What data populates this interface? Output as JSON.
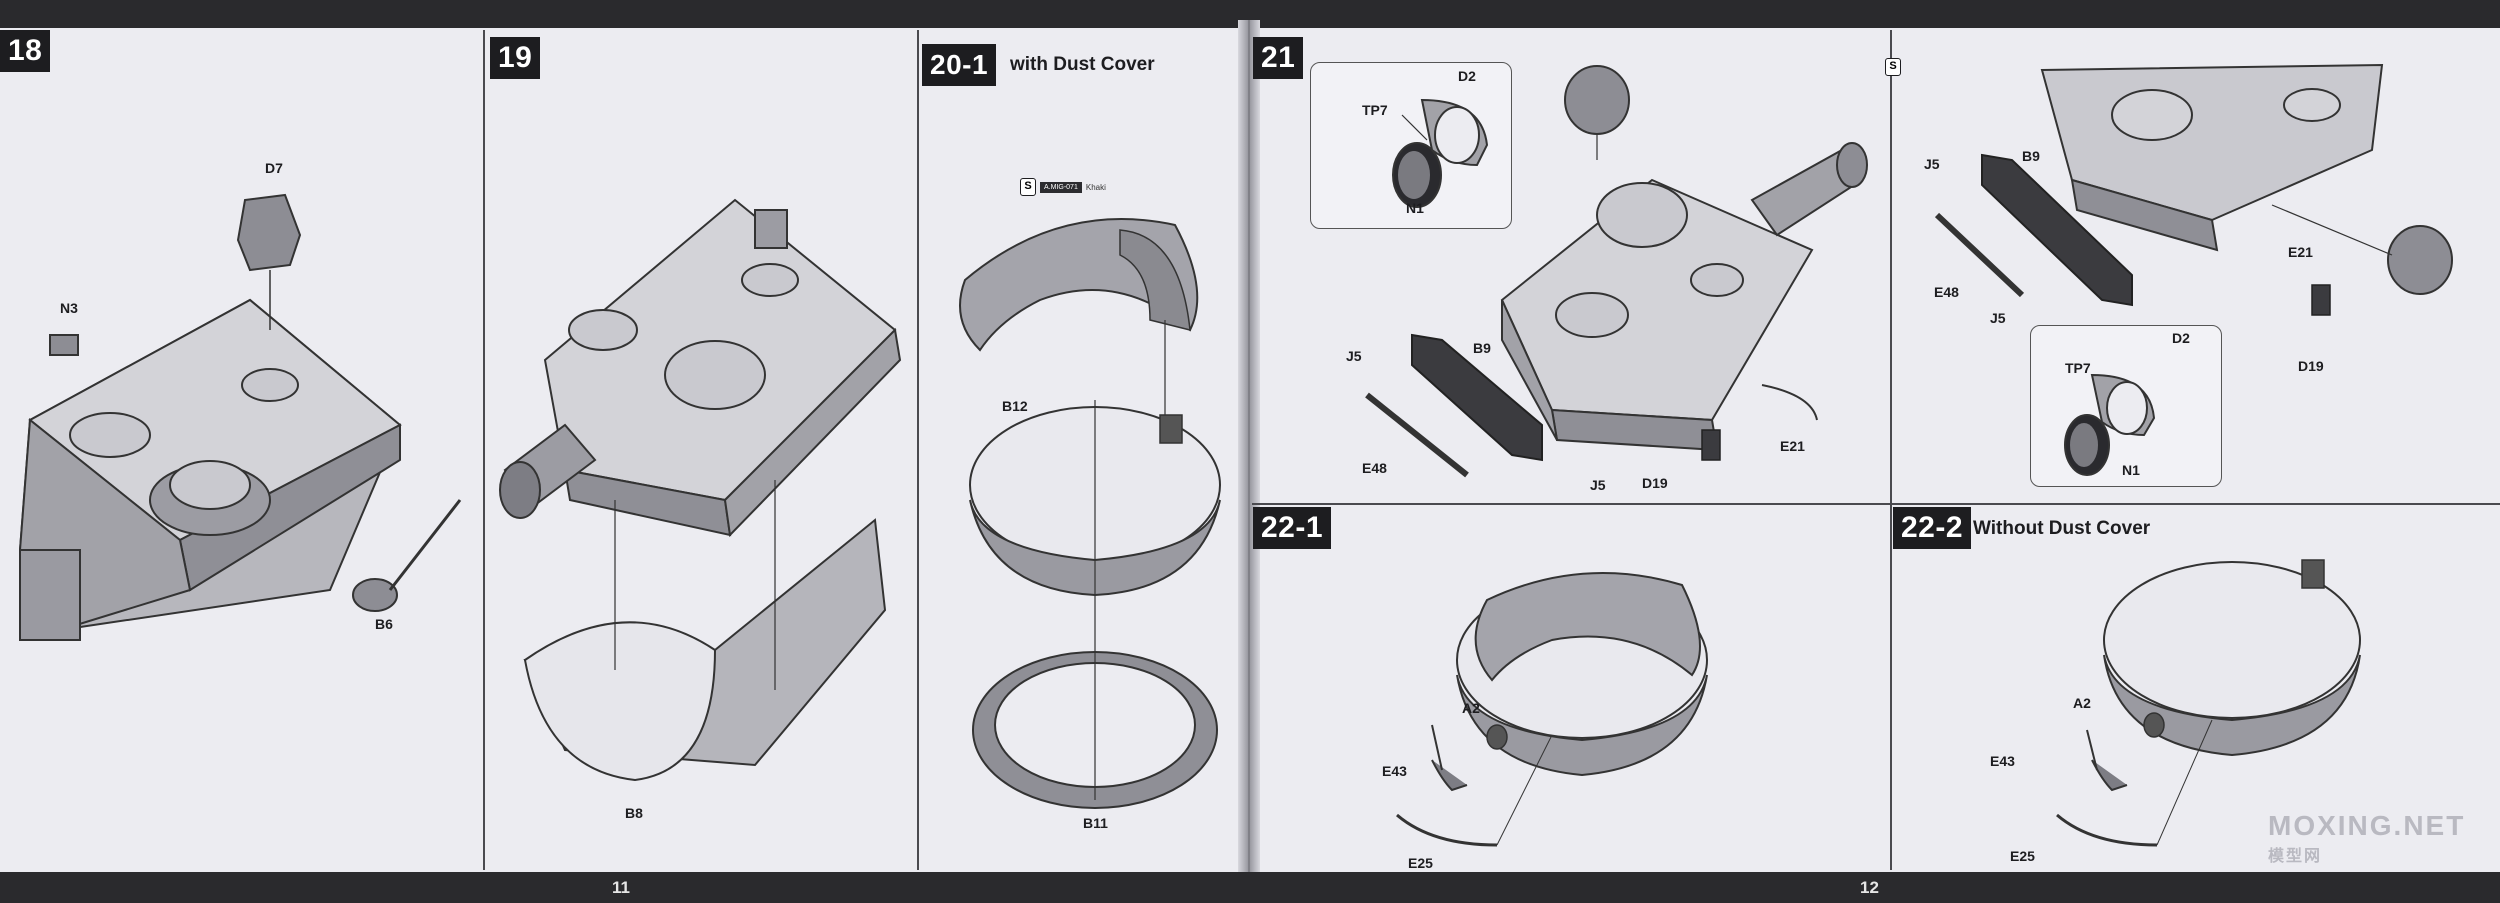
{
  "pages": {
    "left_number": "11",
    "right_number": "12"
  },
  "steps": {
    "s18": {
      "number": "18",
      "parts": [
        "D7",
        "N3",
        "B6"
      ]
    },
    "s19": {
      "number": "19",
      "parts": [
        "B8"
      ]
    },
    "s20": {
      "number": "20-1",
      "title": "with Dust Cover",
      "parts": [
        "B12",
        "B11"
      ],
      "paint_code": "A.MIG-071",
      "paint_name": "Khaki",
      "paint_icon": "S"
    },
    "s21": {
      "number": "21",
      "parts": [
        "TP7",
        "D2",
        "N1",
        "J5",
        "B9",
        "E48",
        "J5",
        "D19",
        "E21"
      ]
    },
    "s21b": {
      "parts": [
        "J5",
        "B9",
        "E48",
        "J5",
        "E21",
        "D19",
        "TP7",
        "D2",
        "N1"
      ],
      "paint_icon": "S"
    },
    "s22a": {
      "number": "22-1",
      "parts": [
        "A2",
        "E43",
        "E25"
      ]
    },
    "s22b": {
      "number": "22-2",
      "title": "Without Dust Cover",
      "parts": [
        "A2",
        "E43",
        "E25"
      ]
    }
  },
  "watermark": {
    "main": "MOXING.NET",
    "sub": "模型网"
  }
}
